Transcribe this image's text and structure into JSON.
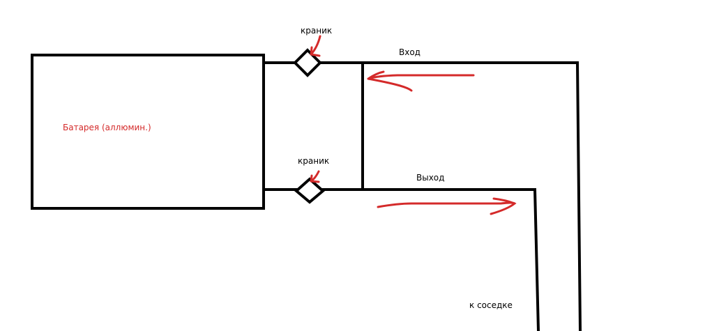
{
  "labels": {
    "battery": "Батарея (аллюмин.)",
    "valve_top": "краник",
    "valve_bottom": "краник",
    "inlet": "Вход",
    "outlet": "Выход",
    "to_neighbor": "к соседке"
  },
  "colors": {
    "line": "#000000",
    "arrow": "#d42a2a"
  }
}
